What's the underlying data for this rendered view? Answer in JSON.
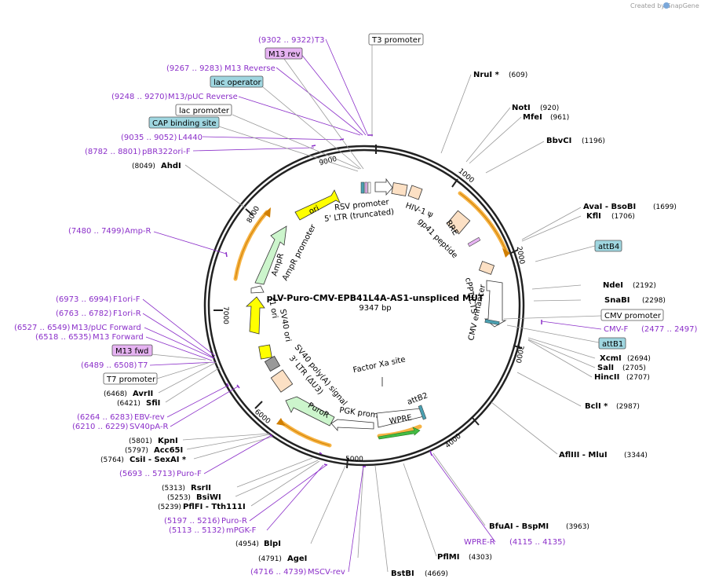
{
  "credit": "Created by SnapGene",
  "map": {
    "title": "pLV-Puro-CMV-EPB41L4A-AS1-unspliced MUT",
    "size_label": "9347 bp",
    "total_bp": 9347
  },
  "ticks": [
    "1000",
    "2000",
    "3000",
    "4000",
    "5000",
    "6000",
    "7000",
    "8000",
    "9000"
  ],
  "enzymes": [
    {
      "name": "NruI *",
      "pos": "(609)"
    },
    {
      "name": "NotI",
      "pos": "(920)"
    },
    {
      "name": "MfeI",
      "pos": "(961)"
    },
    {
      "name": "BbvCI",
      "pos": "(1196)"
    },
    {
      "name": "AvaI   - BsoBI",
      "pos": "(1699)"
    },
    {
      "name": "KflI",
      "pos": "(1706)"
    },
    {
      "name": "NdeI",
      "pos": "(2192)"
    },
    {
      "name": "SnaBI",
      "pos": "(2298)"
    },
    {
      "name": "XcmI",
      "pos": "(2694)"
    },
    {
      "name": "SalI",
      "pos": "(2705)"
    },
    {
      "name": "HincII",
      "pos": "(2707)"
    },
    {
      "name": "BclI *",
      "pos": "(2987)"
    },
    {
      "name": "AflIII   - MluI",
      "pos": "(3344)"
    },
    {
      "name": "BfuAI   - BspMI",
      "pos": "(3963)"
    },
    {
      "name": "PflMI",
      "pos": "(4303)"
    },
    {
      "name": "BstBI",
      "pos": "(4669)"
    },
    {
      "name": "AgeI",
      "pos": "(4791)"
    },
    {
      "name": "BlpI",
      "pos": "(4954)"
    },
    {
      "name": "PflFI   - Tth111I",
      "pos": "(5239)"
    },
    {
      "name": "BsiWI",
      "pos": "(5253)"
    },
    {
      "name": "RsrII",
      "pos": "(5313)"
    },
    {
      "name": "CsiI   - SexAI *",
      "pos": "(5764)"
    },
    {
      "name": "Acc65I",
      "pos": "(5797)"
    },
    {
      "name": "KpnI",
      "pos": "(5801)"
    },
    {
      "name": "SfiI",
      "pos": "(6421)"
    },
    {
      "name": "AvrII",
      "pos": "(6468)"
    },
    {
      "name": "AhdI",
      "pos": "(8049)"
    }
  ],
  "primers": [
    {
      "name": "T3",
      "range": "(9302 .. 9322)"
    },
    {
      "name": "M13 Reverse",
      "range": "(9267 .. 9283)"
    },
    {
      "name": "M13/pUC Reverse",
      "range": "(9248 .. 9270)"
    },
    {
      "name": "L4440",
      "range": "(9035 .. 9052)"
    },
    {
      "name": "pBR322ori-F",
      "range": "(8782 .. 8801)"
    },
    {
      "name": "Amp-R",
      "range": "(7480 .. 7499)"
    },
    {
      "name": "F1ori-F",
      "range": "(6973 .. 6994)"
    },
    {
      "name": "F1ori-R",
      "range": "(6763 .. 6782)"
    },
    {
      "name": "M13/pUC Forward",
      "range": "(6527 .. 6549)"
    },
    {
      "name": "M13 Forward",
      "range": "(6518 .. 6535)"
    },
    {
      "name": "T7",
      "range": "(6489 .. 6508)"
    },
    {
      "name": "EBV-rev",
      "range": "(6264 .. 6283)"
    },
    {
      "name": "SV40pA-R",
      "range": "(6210 .. 6229)"
    },
    {
      "name": "Puro-F",
      "range": "(5693 .. 5713)"
    },
    {
      "name": "Puro-R",
      "range": "(5197 .. 5216)"
    },
    {
      "name": "mPGK-F",
      "range": "(5113 .. 5132)"
    },
    {
      "name": "MSCV-rev",
      "range": "(4716 .. 4739)"
    },
    {
      "name": "WPRE-R",
      "range": "(4115 .. 4135)"
    },
    {
      "name": "CMV-F",
      "range": "(2477 .. 2497)"
    }
  ],
  "boxed_features": [
    {
      "name": "T3 promoter",
      "color": "#ffffff"
    },
    {
      "name": "M13 rev",
      "color": "#e6b3f2"
    },
    {
      "name": "lac operator",
      "color": "#9fd6e0"
    },
    {
      "name": "lac promoter",
      "color": "#ffffff"
    },
    {
      "name": "CAP binding site",
      "color": "#9fd6e0"
    },
    {
      "name": "attB4",
      "color": "#9fd6e0"
    },
    {
      "name": "CMV promoter",
      "color": "#ffffff"
    },
    {
      "name": "attB1",
      "color": "#9fd6e0"
    },
    {
      "name": "M13 fwd",
      "color": "#e6b3f2"
    },
    {
      "name": "T7 promoter",
      "color": "#ffffff"
    }
  ],
  "inner_labels": {
    "rsv": "RSV promoter",
    "ltr5": "5' LTR (truncated)",
    "hiv": "HIV-1 ψ",
    "rre": "RRE",
    "gp41": "gp41 peptide",
    "cppt": "cPPT/CTS",
    "cmv_enh": "CMV enhancer",
    "factorxa": "Factor Xa site",
    "attb2": "attB2",
    "wpre": "WPRE",
    "pgk": "PGK promoter",
    "puror": "PuroR",
    "sv40pa": "SV40 poly(A) signal",
    "ltr3": "3' LTR (ΔU3)",
    "sv40ori": "SV40 ori",
    "f1ori": "f1 ori",
    "ampr": "AmpR",
    "amprp": "AmpR promoter",
    "ori": "ori"
  },
  "colors": {
    "enzyme_line": "#999999",
    "primer": "#8b2fc9",
    "ori": "#ffff00",
    "ampr": "#ccf5cc",
    "orange": "#f5a623",
    "peach": "#fce0c4",
    "teal": "#4a9fb0"
  }
}
